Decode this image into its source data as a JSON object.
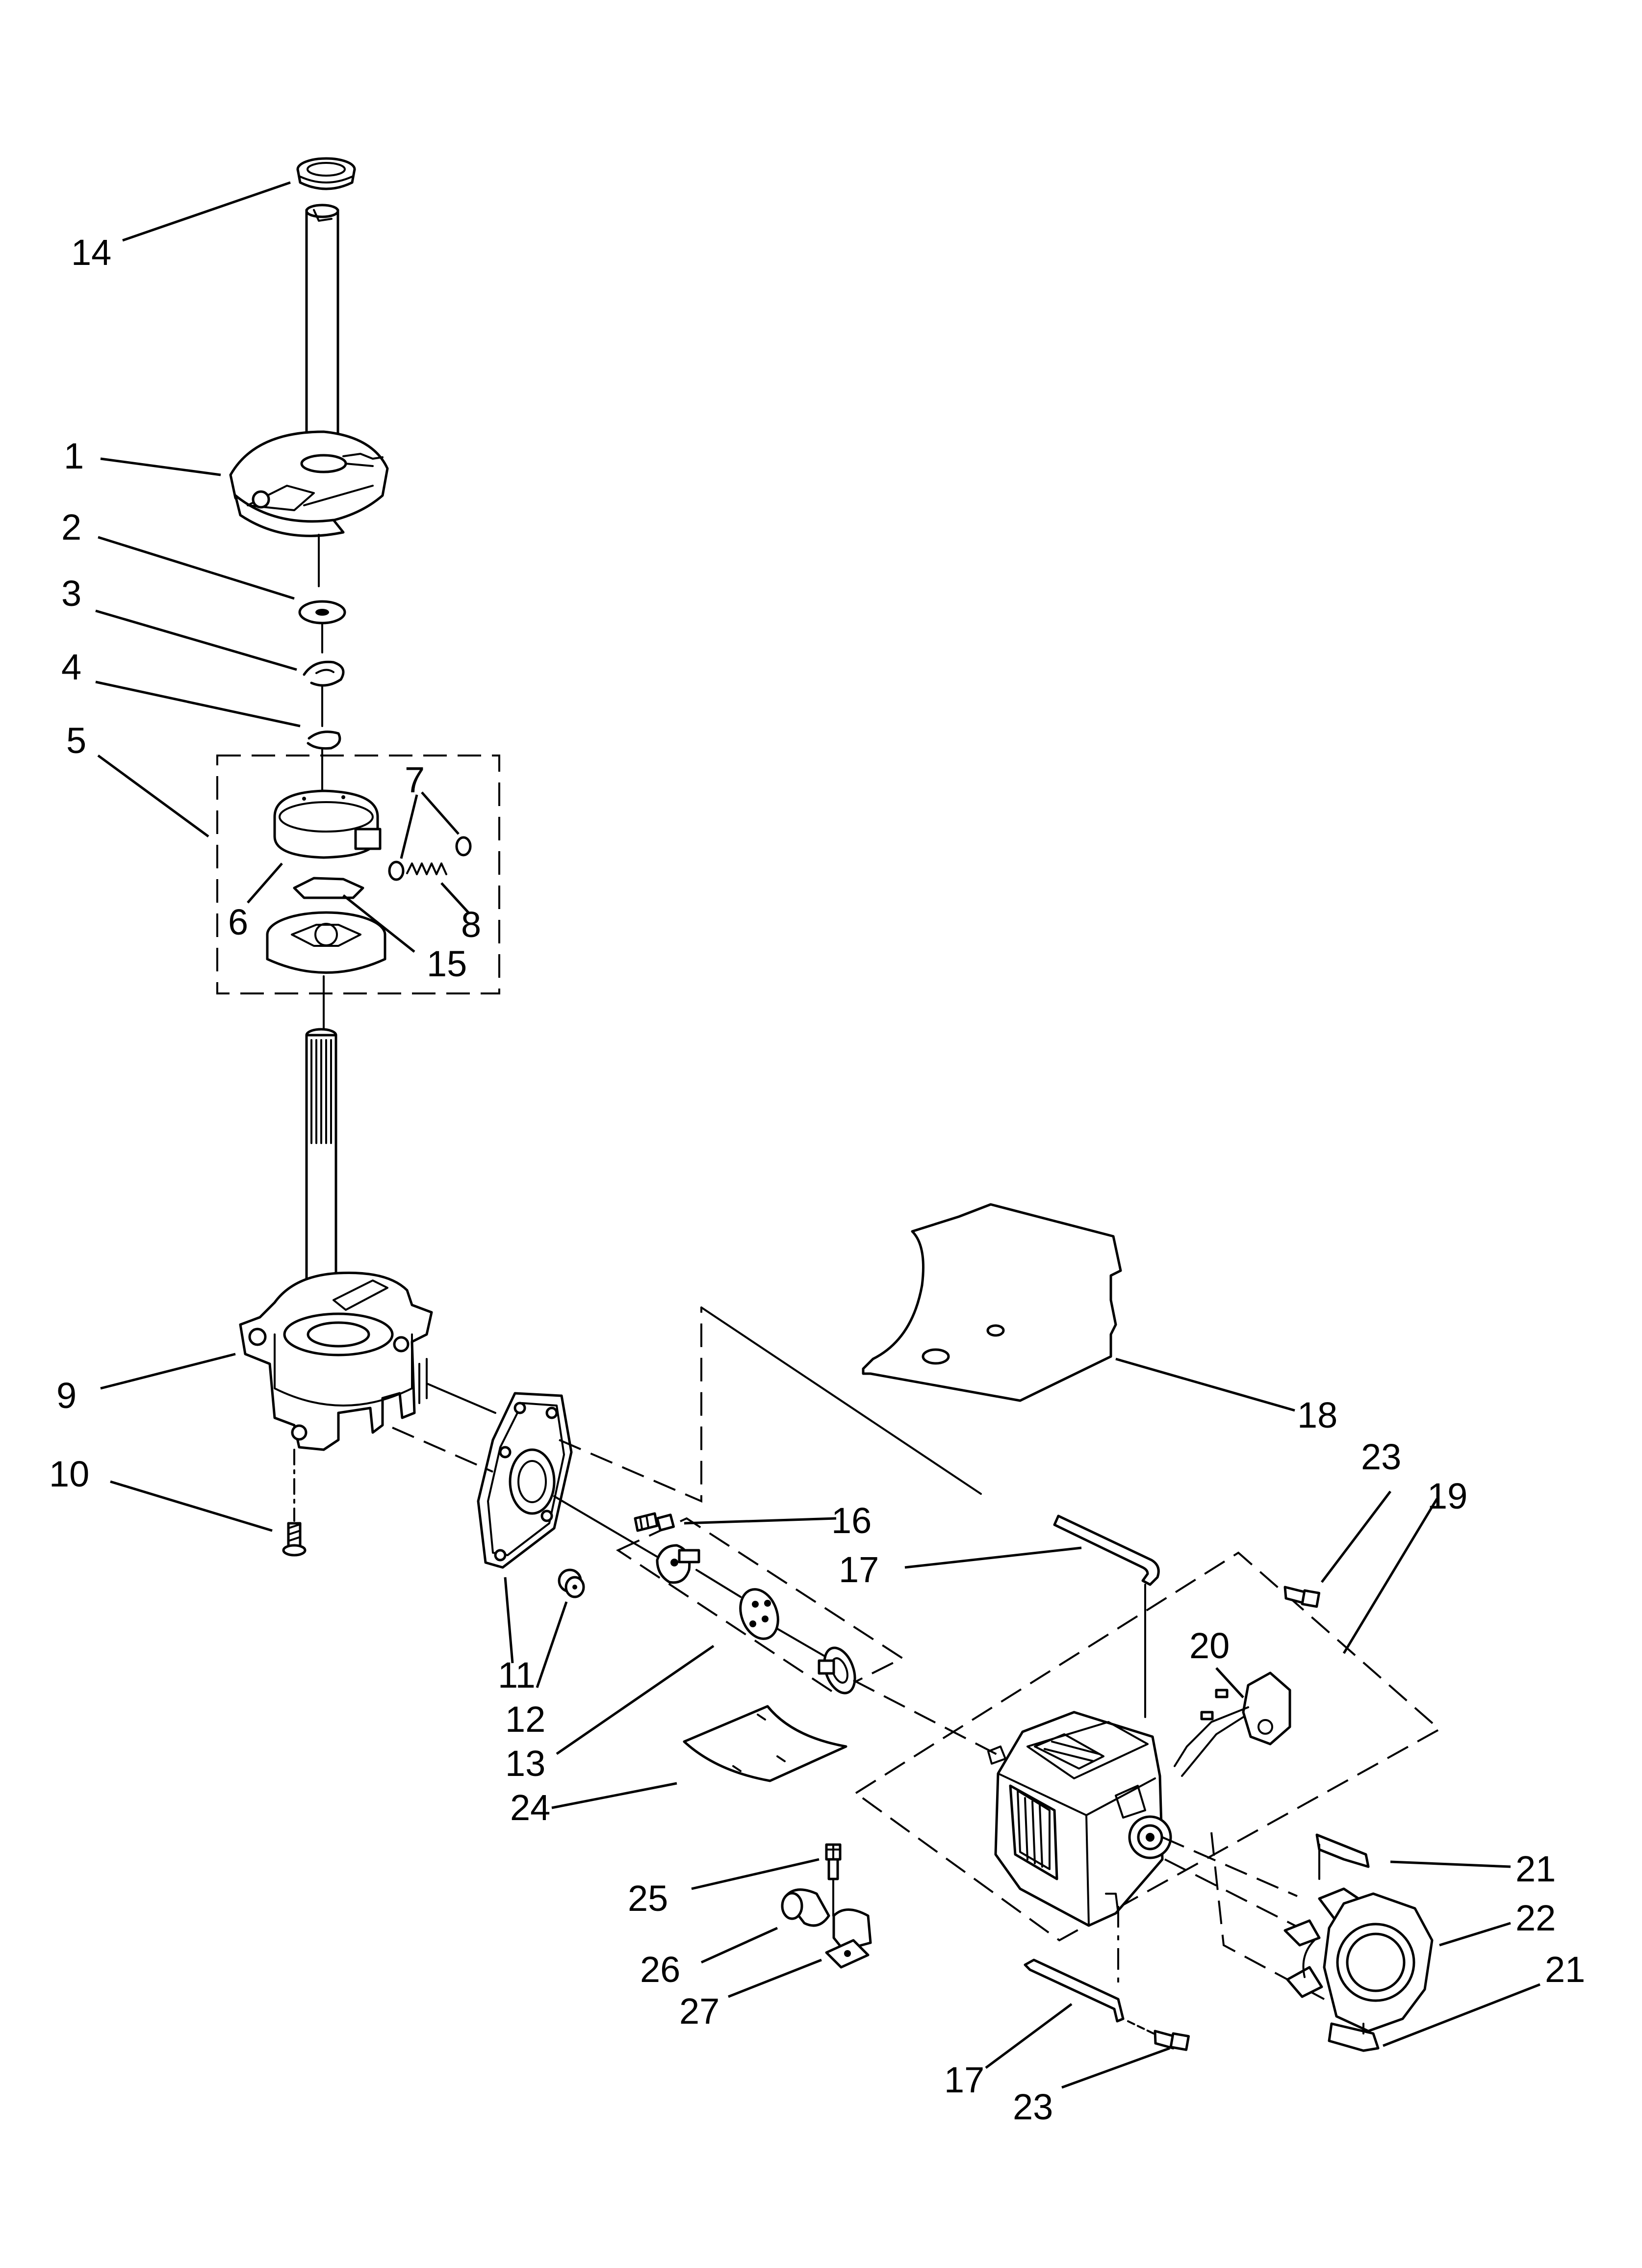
{
  "callouts": [
    {
      "id": "c14",
      "text": "14"
    },
    {
      "id": "c1",
      "text": "1"
    },
    {
      "id": "c2",
      "text": "2"
    },
    {
      "id": "c3",
      "text": "3"
    },
    {
      "id": "c4",
      "text": "4"
    },
    {
      "id": "c5",
      "text": "5"
    },
    {
      "id": "c7",
      "text": "7"
    },
    {
      "id": "c6",
      "text": "6"
    },
    {
      "id": "c8",
      "text": "8"
    },
    {
      "id": "c15",
      "text": "15"
    },
    {
      "id": "c9",
      "text": "9"
    },
    {
      "id": "c10",
      "text": "10"
    },
    {
      "id": "c18",
      "text": "18"
    },
    {
      "id": "c23a",
      "text": "23"
    },
    {
      "id": "c19",
      "text": "19"
    },
    {
      "id": "c16",
      "text": "16"
    },
    {
      "id": "c17a",
      "text": "17"
    },
    {
      "id": "c11",
      "text": "11"
    },
    {
      "id": "c12",
      "text": "12"
    },
    {
      "id": "c13",
      "text": "13"
    },
    {
      "id": "c20",
      "text": "20"
    },
    {
      "id": "c24",
      "text": "24"
    },
    {
      "id": "c21a",
      "text": "21"
    },
    {
      "id": "c25",
      "text": "25"
    },
    {
      "id": "c22",
      "text": "22"
    },
    {
      "id": "c26",
      "text": "26"
    },
    {
      "id": "c21b",
      "text": "21"
    },
    {
      "id": "c27",
      "text": "27"
    },
    {
      "id": "c17b",
      "text": "17"
    },
    {
      "id": "c23b",
      "text": "23"
    }
  ]
}
